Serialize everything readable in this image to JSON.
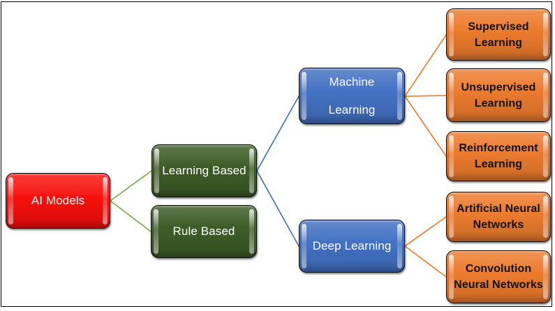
{
  "colors": {
    "root_fill": "#F8100D",
    "branch_fill": "#3E5C27",
    "mid_fill": "#4472C4",
    "leaf_fill": "#EC7B2E",
    "edge_green": "#74AE4B",
    "edge_blue": "#4472C4",
    "edge_orange": "#ED7D31"
  },
  "nodes": {
    "ai_models": {
      "label": "AI Models"
    },
    "learning_based": {
      "label": "Learning Based"
    },
    "rule_based": {
      "label": "Rule Based"
    },
    "machine_learning": {
      "label": "Machine\nLearning"
    },
    "deep_learning": {
      "label": "Deep Learning"
    },
    "supervised": {
      "label": "Supervised\nLearning"
    },
    "unsupervised": {
      "label": "Unsupervised\nLearning"
    },
    "reinforcement": {
      "label": "Reinforcement\nLearning"
    },
    "ann": {
      "label": "Artificial Neural\nNetworks"
    },
    "cnn": {
      "label": "Convolution\nNeural Networks"
    }
  },
  "edges": [
    {
      "from": "ai_models",
      "to": "learning_based"
    },
    {
      "from": "ai_models",
      "to": "rule_based"
    },
    {
      "from": "learning_based",
      "to": "machine_learning"
    },
    {
      "from": "learning_based",
      "to": "deep_learning"
    },
    {
      "from": "machine_learning",
      "to": "supervised"
    },
    {
      "from": "machine_learning",
      "to": "unsupervised"
    },
    {
      "from": "machine_learning",
      "to": "reinforcement"
    },
    {
      "from": "deep_learning",
      "to": "ann"
    },
    {
      "from": "deep_learning",
      "to": "cnn"
    }
  ]
}
